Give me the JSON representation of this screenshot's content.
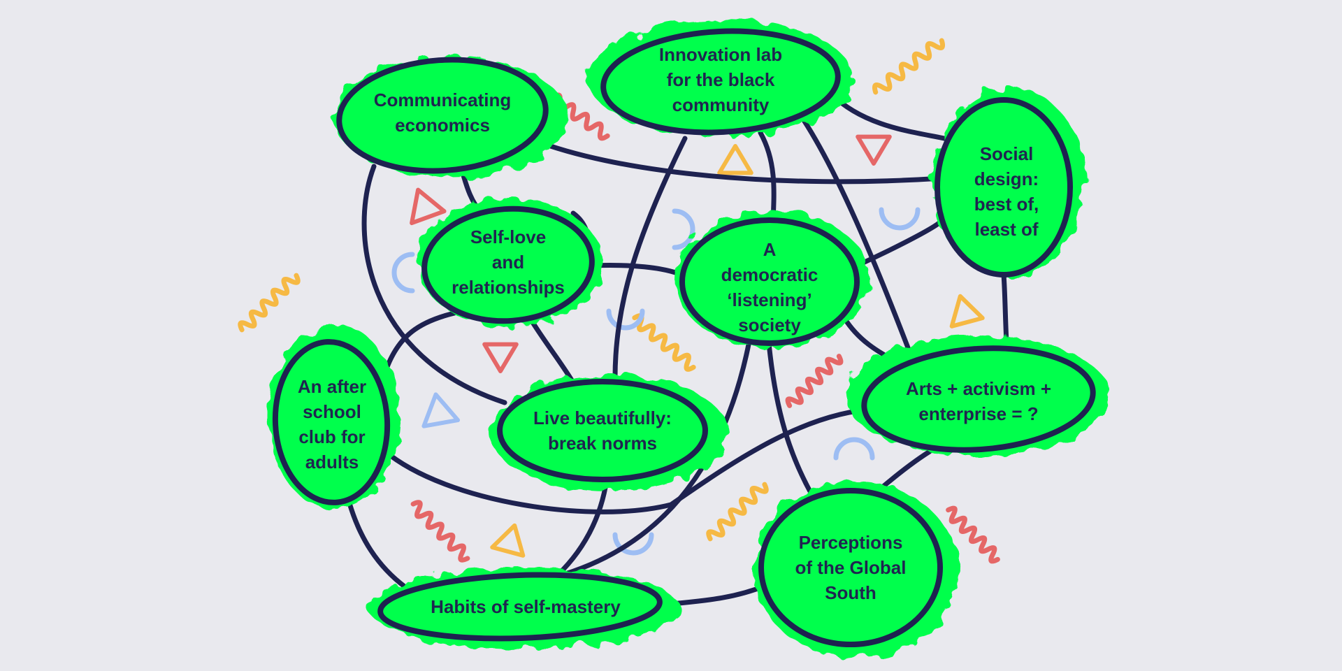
{
  "colors": {
    "background": "#e9e9ee",
    "node_fill": "#00ff4c",
    "outline": "#1e2250",
    "text": "#1f2550",
    "accent_red": "#e56767",
    "accent_yellow": "#f6b944",
    "accent_blue": "#9dbdf3"
  },
  "nodes": [
    {
      "id": "communicating",
      "lines": [
        "Communicating",
        "economics"
      ]
    },
    {
      "id": "innovation",
      "lines": [
        "Innovation lab",
        "for the black",
        "community"
      ]
    },
    {
      "id": "social",
      "lines": [
        "Social",
        "design:",
        "best of,",
        "least of"
      ]
    },
    {
      "id": "selflove",
      "lines": [
        "Self-love",
        "and",
        "relationships"
      ]
    },
    {
      "id": "democratic",
      "lines": [
        "A",
        "democratic",
        "‘listening’",
        "society"
      ]
    },
    {
      "id": "afterschool",
      "lines": [
        "An after",
        "school",
        "club for",
        "adults"
      ]
    },
    {
      "id": "live",
      "lines": [
        "Live beautifully:",
        "break norms"
      ]
    },
    {
      "id": "arts",
      "lines": [
        "Arts + activism +",
        "enterprise = ?"
      ]
    },
    {
      "id": "perceptions",
      "lines": [
        "Perceptions",
        "of the Global",
        "South"
      ]
    },
    {
      "id": "habits",
      "lines": [
        "Habits of self-mastery"
      ]
    }
  ],
  "decorations": {
    "squiggles": [
      {
        "color": "red"
      },
      {
        "color": "yellow"
      },
      {
        "color": "yellow"
      },
      {
        "color": "yellow"
      },
      {
        "color": "red"
      },
      {
        "color": "red"
      },
      {
        "color": "yellow"
      },
      {
        "color": "red"
      }
    ],
    "triangles": [
      {
        "color": "red"
      },
      {
        "color": "yellow"
      },
      {
        "color": "red"
      },
      {
        "color": "red"
      },
      {
        "color": "blue"
      },
      {
        "color": "yellow"
      },
      {
        "color": "yellow"
      }
    ],
    "arcs": [
      {
        "color": "blue"
      },
      {
        "color": "blue"
      },
      {
        "color": "blue"
      },
      {
        "color": "blue"
      },
      {
        "color": "blue"
      },
      {
        "color": "blue"
      }
    ]
  }
}
